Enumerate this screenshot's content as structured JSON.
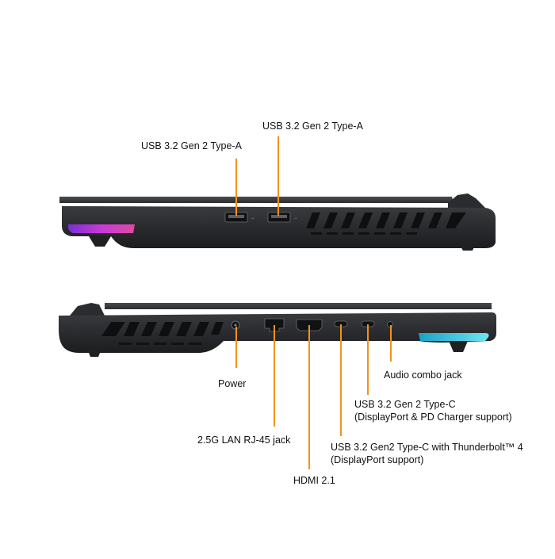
{
  "accent_color": "#f0931e",
  "ports": {
    "left_usb_a_1": "USB 3.2 Gen 2 Type-A",
    "left_usb_a_2": "USB 3.2 Gen 2 Type-A",
    "power": "Power",
    "lan": "2.5G LAN RJ-45 jack",
    "hdmi": "HDMI 2.1",
    "thunderbolt_line1": "USB 3.2 Gen2 Type-C with Thunderbolt™ 4",
    "thunderbolt_line2": "(DisplayPort support)",
    "usb_c_line1": "USB 3.2 Gen 2 Type-C",
    "usb_c_line2": "(DisplayPort & PD Charger support)",
    "audio": "Audio combo jack"
  }
}
